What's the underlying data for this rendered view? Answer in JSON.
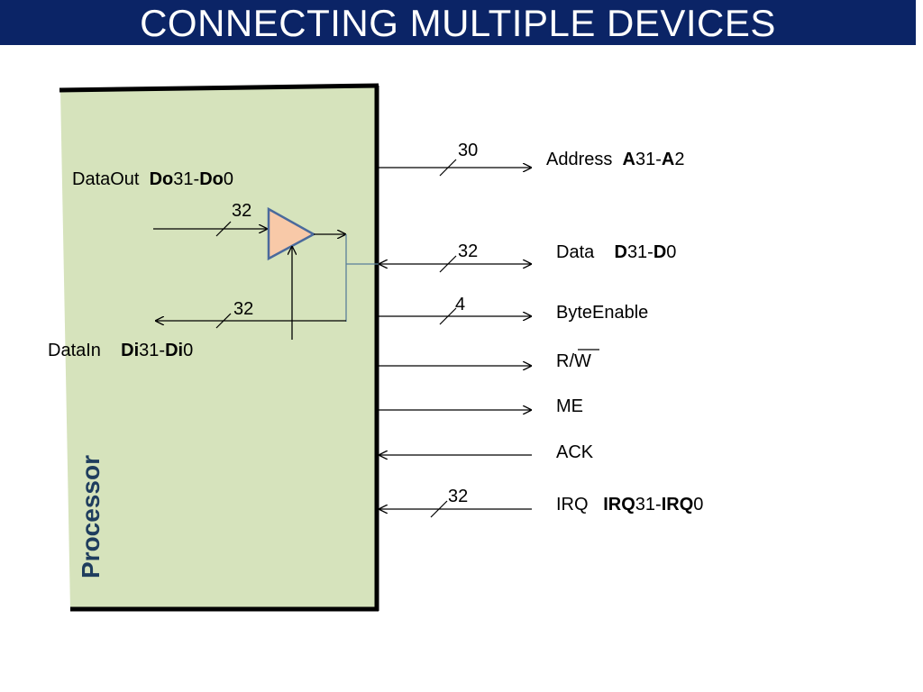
{
  "title": "CONNECTING MULTIPLE DEVICES",
  "processor_label": "Processor",
  "dataout": {
    "name": "DataOut",
    "b1": "Do",
    "mid": "31-",
    "b2": "Do",
    "end": "0",
    "width": "32"
  },
  "datain": {
    "name": "DataIn",
    "b1": "Di",
    "mid": "31-",
    "b2": "Di",
    "end": "0",
    "width": "32"
  },
  "signals": {
    "address": {
      "name": "Address",
      "b1": "A",
      "mid": "31-",
      "b2": "A",
      "end": "2",
      "width": "30"
    },
    "data": {
      "name": "Data",
      "b1": "D",
      "mid": "31-",
      "b2": "D",
      "end": "0",
      "width": "32"
    },
    "byteenable": {
      "name": "ByteEnable",
      "width": "4"
    },
    "rw": {
      "name": "R/W"
    },
    "me": {
      "name": "ME"
    },
    "ack": {
      "name": "ACK"
    },
    "irq": {
      "name": "IRQ",
      "b1": "IRQ",
      "mid": "31-",
      "b2": "IRQ",
      "end": "0",
      "width": "32"
    }
  },
  "colors": {
    "title_bg": "#0b2466",
    "processor_fill": "#d6e3bc",
    "buffer_fill": "#f8c9a8",
    "buffer_stroke": "#4a6a9c",
    "processor_label": "#1f3d5e"
  }
}
